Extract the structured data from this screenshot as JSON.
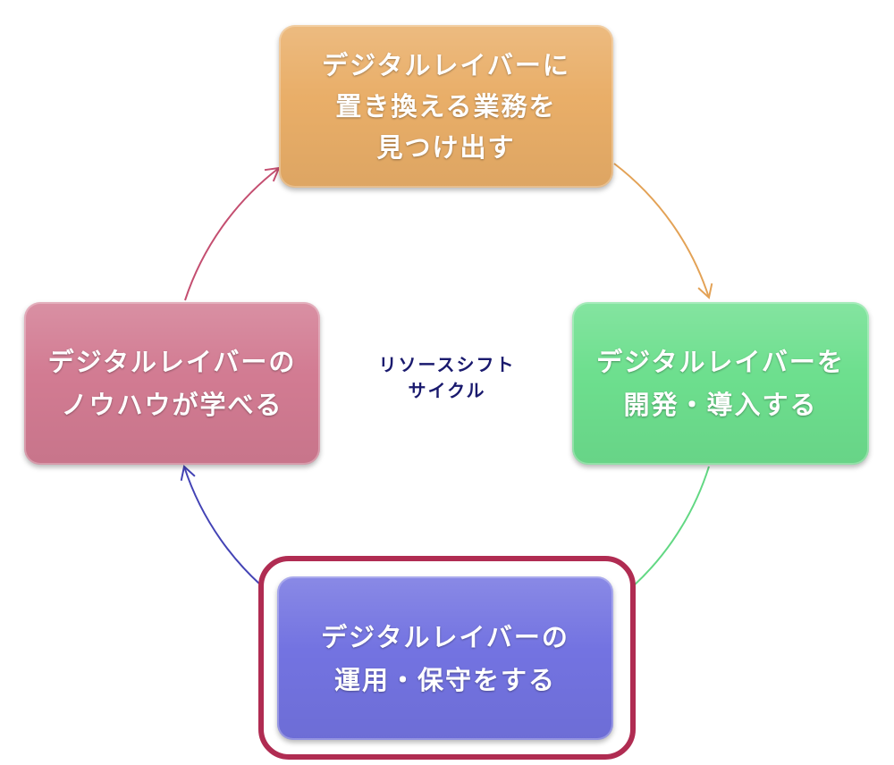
{
  "cycle": {
    "center_label": {
      "line1": "リソースシフト",
      "line2": "サイクル",
      "color": "#1A1A6E"
    },
    "steps": [
      {
        "lines": [
          "デジタルレイバーに",
          "置き換える業務を",
          "見つけ出す"
        ],
        "color": "#E9AE68"
      },
      {
        "lines": [
          "デジタルレイバーを",
          "開発・導入する"
        ],
        "color": "#6DDF8E"
      },
      {
        "lines": [
          "デジタルレイバーの",
          "運用・保守をする"
        ],
        "color": "#7373E1"
      },
      {
        "lines": [
          "デジタルレイバーの",
          "ノウハウが学べる"
        ],
        "color": "#D27B92"
      }
    ],
    "highlight_color": "#B02C52",
    "arrow_colors": [
      "#E3A256",
      "#62D883",
      "#4343B5",
      "#C44E70"
    ]
  }
}
